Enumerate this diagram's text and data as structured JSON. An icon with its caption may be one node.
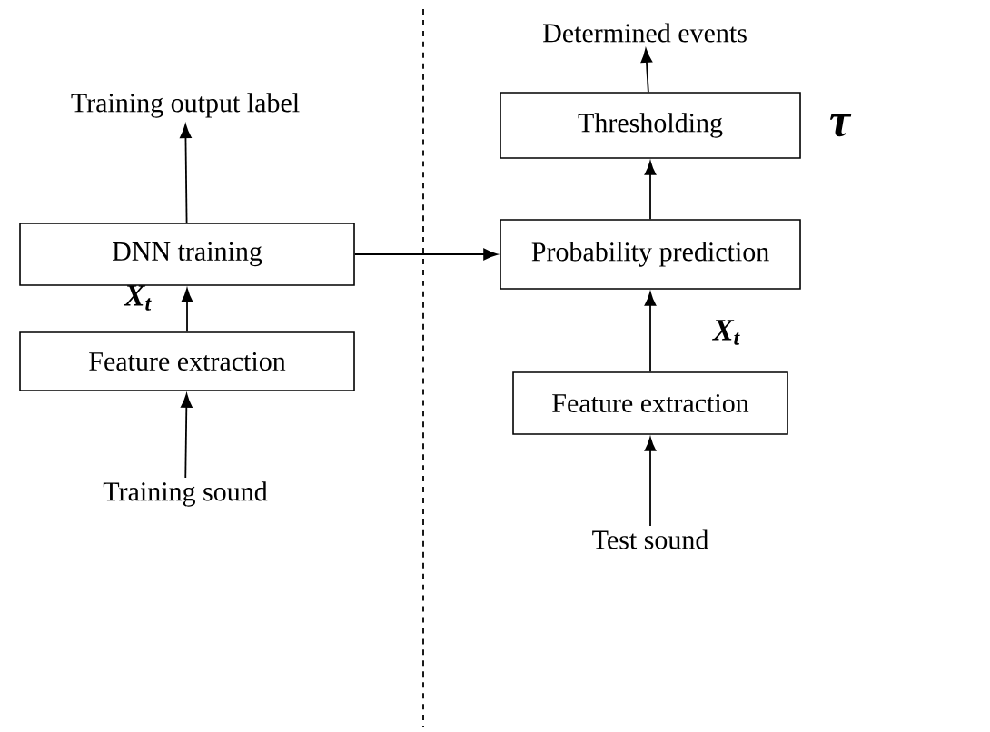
{
  "diagram": {
    "nodes": [
      {
        "text": [
          "Training output label"
        ]
      },
      {
        "text": [
          "DNN training"
        ]
      },
      {
        "text": [
          "Feature extraction"
        ]
      },
      {
        "text": [
          "Training sound"
        ]
      },
      {
        "text": [
          "Determined events"
        ]
      },
      {
        "text": [
          "Thresholding"
        ],
        "beside": [
          "τ"
        ]
      },
      {
        "text": [
          "Probability prediction"
        ]
      },
      {
        "text": [
          "Feature extraction"
        ]
      },
      {
        "text": [
          "Test sound"
        ]
      }
    ],
    "edges": [
      {
        "from": 3,
        "to": 2,
        "arrow": "to"
      },
      {
        "from": 2,
        "to": 1,
        "arrow": "to",
        "label": "X$_{t}$"
      },
      {
        "from": 1,
        "to": 0,
        "arrow": "to"
      },
      {
        "from": 1,
        "to": 6,
        "arrow": "to"
      },
      {
        "from": 8,
        "to": 7,
        "arrow": "to"
      },
      {
        "from": 7,
        "to": 6,
        "arrow": "to",
        "label": "X$_{t}$"
      },
      {
        "from": 6,
        "to": 5,
        "arrow": "to"
      },
      {
        "from": 5,
        "to": 4,
        "arrow": "to"
      }
    ]
  }
}
